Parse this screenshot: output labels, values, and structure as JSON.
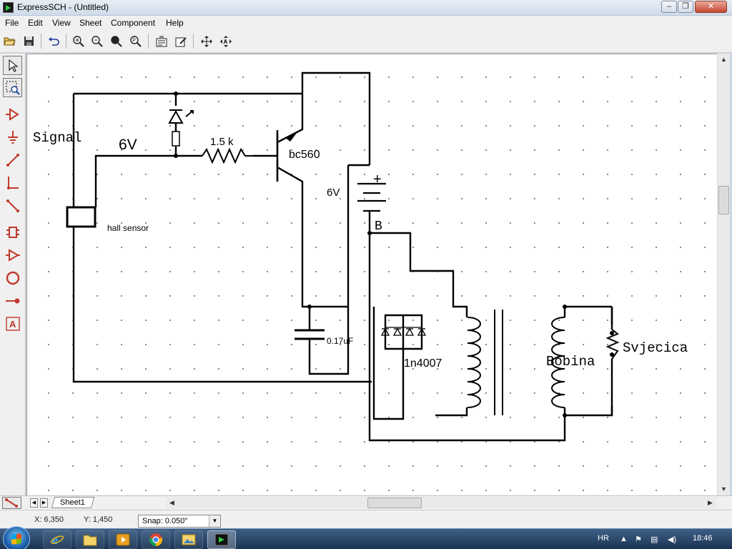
{
  "window": {
    "title": "ExpressSCH - (Untitled)",
    "minimize_glyph": "–",
    "maximize_glyph": "❐",
    "close_glyph": "✕"
  },
  "menu": [
    "File",
    "Edit",
    "View",
    "Sheet",
    "Component",
    "Help"
  ],
  "toolbar": {
    "buttons": [
      "open-icon",
      "save-icon",
      "undo-icon",
      "zoom-in-icon",
      "zoom-out-icon",
      "zoom-fit-icon",
      "zoom-page-icon",
      "component-properties-icon",
      "edit-component-icon",
      "move-icon",
      "move-label-icon"
    ]
  },
  "palette": {
    "tools": [
      "select-arrow-icon",
      "zoom-window-icon",
      "component-icon",
      "ground-icon",
      "wire-icon",
      "bus-entry-icon",
      "line-icon",
      "ic-icon",
      "buffer-icon",
      "circle-icon",
      "pin-icon",
      "text-icon"
    ]
  },
  "schematic": {
    "labels": {
      "signal": "Signal",
      "hall_sensor": "hall sensor",
      "supply_left": "6V",
      "resistor": "1.5 k",
      "transistor": "bc560",
      "battery": "6V",
      "battery_plus": "+",
      "node_b": "B",
      "capacitor": "0.17uF",
      "diodes": "1n4007",
      "coil": "Bobina",
      "spark_plug": "Svjecica"
    }
  },
  "sheet": {
    "tab_label": "Sheet1"
  },
  "status": {
    "x_readout": "X: 6,350",
    "y_readout": "Y: 1,450",
    "snap_label": "Snap:",
    "snap_value": "0.050\""
  },
  "taskbar": {
    "language": "HR",
    "clock": "18:46",
    "apps": [
      "internet-explorer-icon",
      "explorer-folder-icon",
      "media-player-icon",
      "chrome-icon",
      "photo-viewer-icon",
      "expresssch-icon"
    ]
  },
  "colors": {
    "palette_red": "#c0392b",
    "wire": "#000000",
    "canvas": "#ffffff",
    "taskbar": "#1b3453"
  }
}
